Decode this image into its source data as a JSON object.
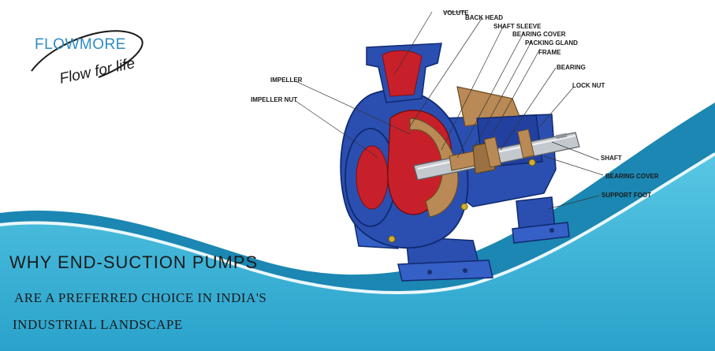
{
  "brand": {
    "name": "FLOWMORE",
    "tagline": "Flow for life"
  },
  "headline": {
    "line1": "WHY END-SUCTION PUMPS",
    "line2": "ARE A PREFERRED CHOICE IN INDIA'S",
    "line3": "INDUSTRIAL LANDSCAPE"
  },
  "labels": {
    "volute": "VOLUTE",
    "back_head": "BACK HEAD",
    "shaft_sleeve": "SHAFT SLEEVE",
    "bearing_cover_top": "BEARING COVER",
    "packing_gland": "PACKING GLAND",
    "frame": "FRAME",
    "bearing": "BEARING",
    "lock_nut": "LOCK NUT",
    "impeller": "IMPELLER",
    "impeller_nut": "IMPELLER NUT",
    "shaft": "SHAFT",
    "bearing_cover_bottom": "BEARING COVER",
    "support_foot": "SUPPORT FOOT"
  },
  "colors": {
    "wave_dark": "#1e8fb8",
    "wave_light": "#4fc2e0",
    "pump_blue": "#2b4fb0",
    "impeller_red": "#c8202a",
    "bronze": "#b98a55",
    "shaft_steel": "#bfc4ca",
    "brand_blue": "#2e8bc2"
  }
}
